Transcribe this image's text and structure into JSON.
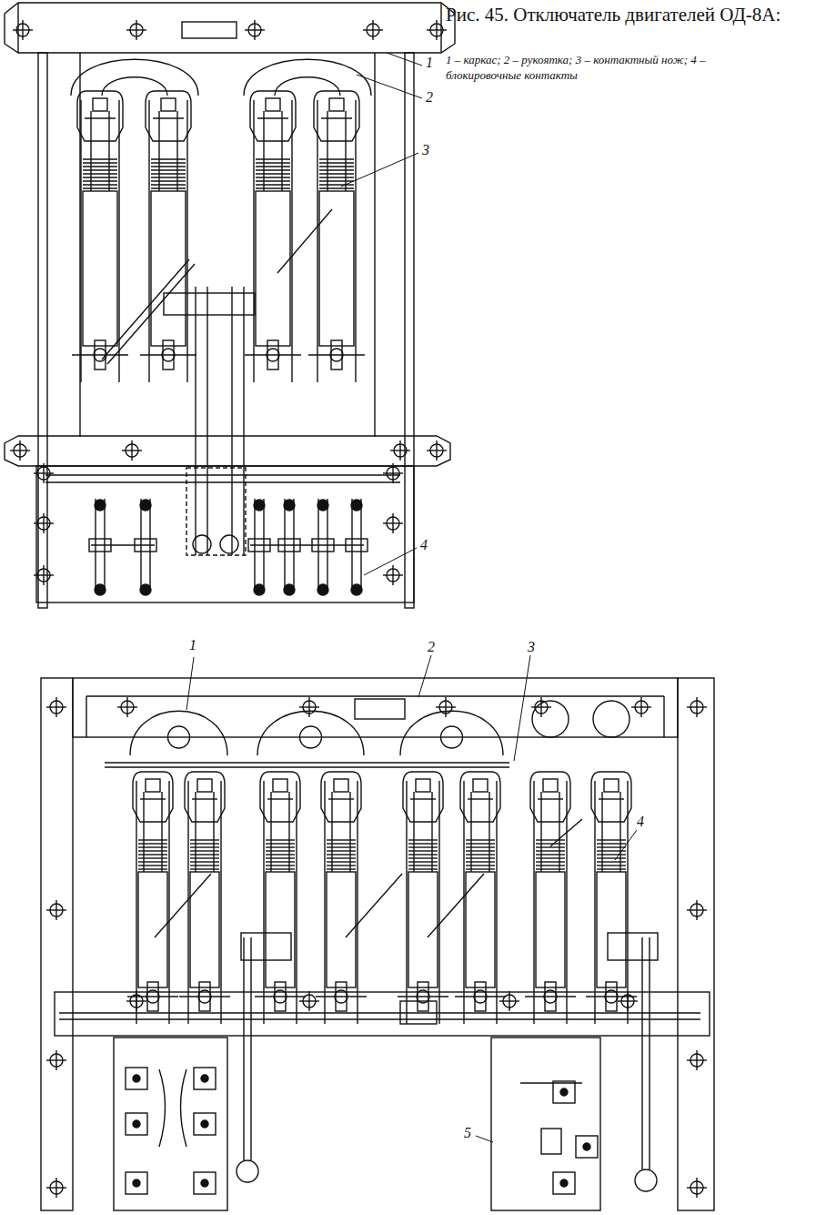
{
  "diagram": {
    "title": "Рис. 45. Отключатель двигателей ОД-8А:",
    "caption": "1 – каркас; 2 – рукоятка; 3 – контактный нож; 4 – блокировочные контакты",
    "labels": [
      "1",
      "2",
      "3",
      "4",
      "1",
      "2",
      "3",
      "4",
      "5"
    ]
  }
}
